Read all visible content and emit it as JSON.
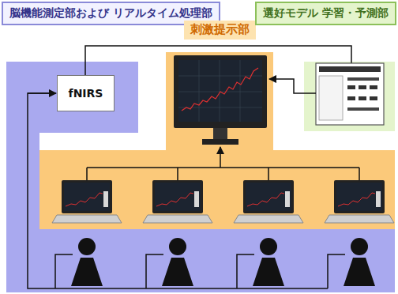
{
  "diagram": {
    "nodes": [
      {
        "text": [
          "脳機能測定部および リアルタイム処理部"
        ]
      },
      {
        "text": [
          "刺激提示部"
        ]
      },
      {
        "text": [
          "選好モデル 学習・予測部"
        ]
      },
      {
        "text": [
          "fNIRS"
        ]
      }
    ]
  }
}
